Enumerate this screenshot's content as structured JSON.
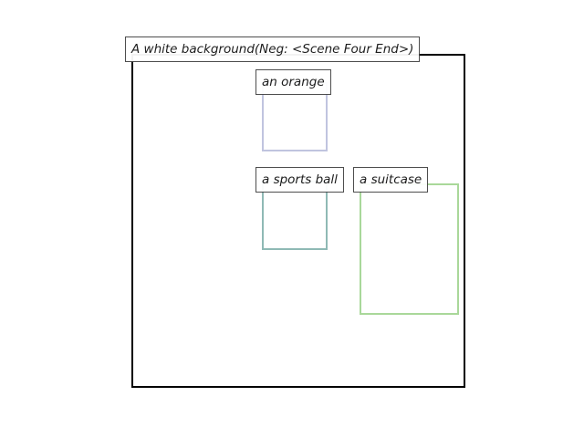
{
  "scene": {
    "label": "A white background(Neg: <Scene Four End>)",
    "frame_color": "#000000"
  },
  "objects": [
    {
      "label": "an orange",
      "color": "#c0c4df"
    },
    {
      "label": "a sports ball",
      "color": "#8fb9b5"
    },
    {
      "label": "a suitcase",
      "color": "#a9d89a"
    }
  ]
}
